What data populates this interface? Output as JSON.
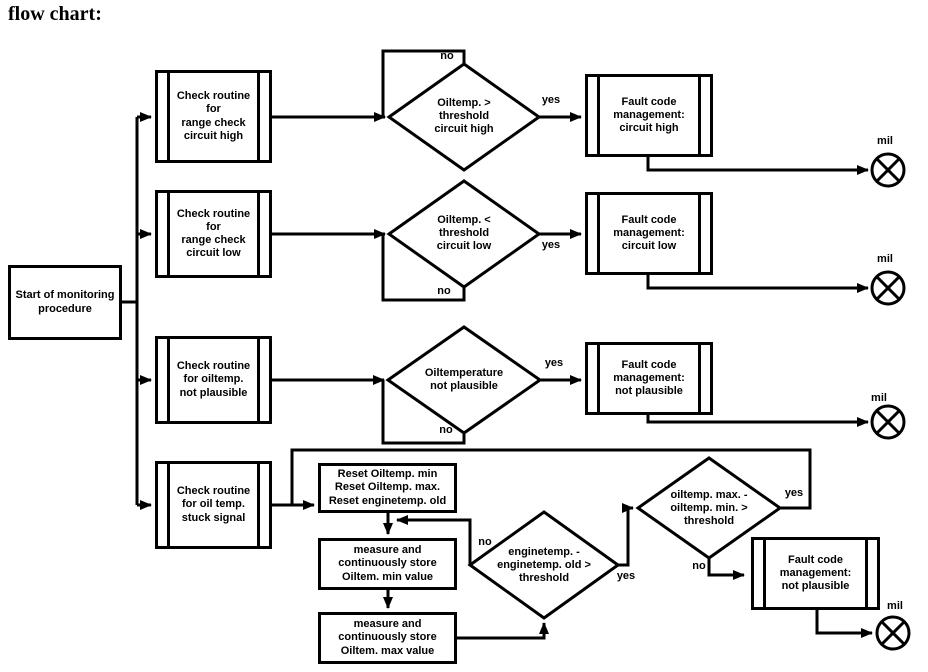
{
  "title": "flow chart:",
  "edge_labels": {
    "yes": "yes",
    "no": "no",
    "mil": "mil"
  },
  "nodes": {
    "start": "Start of monitoring\nprocedure",
    "check_circuit_high": "Check routine\nfor\nrange check\ncircuit high",
    "check_circuit_low": "Check routine\nfor\nrange check\ncircuit low",
    "check_not_plausible": "Check routine\nfor oiltemp.\nnot plausible",
    "check_stuck_signal": "Check routine\nfor oil temp.\nstuck signal",
    "decision_circuit_high": "Oiltemp. >\nthreshold\ncircuit high",
    "decision_circuit_low": "Oiltemp. <\nthreshold\ncircuit low",
    "decision_not_plausible": "Oiltemperature\nnot plausible",
    "decision_enginetemp": "enginetemp. -\nenginetemp. old >\nthreshold",
    "decision_oiltemp_range": "oiltemp. max. -\noiltemp. min. >\nthreshold",
    "fault_circuit_high": "Fault code\nmanagement:\ncircuit high",
    "fault_circuit_low": "Fault code\nmanagement:\ncircuit low",
    "fault_not_plausible": "Fault code\nmanagement:\nnot plausible",
    "fault_not_plausible_stuck": "Fault code\nmanagement:\nnot plausible",
    "reset": "Reset Oiltemp. min\nReset Oiltemp. max.\nReset enginetemp. old",
    "measure_min": "measure and\ncontinuously store\nOiltem. min value",
    "measure_max": "measure and\ncontinuously store\nOiltem. max value"
  },
  "colors": {
    "ink": "#000000",
    "background": "#ffffff"
  }
}
